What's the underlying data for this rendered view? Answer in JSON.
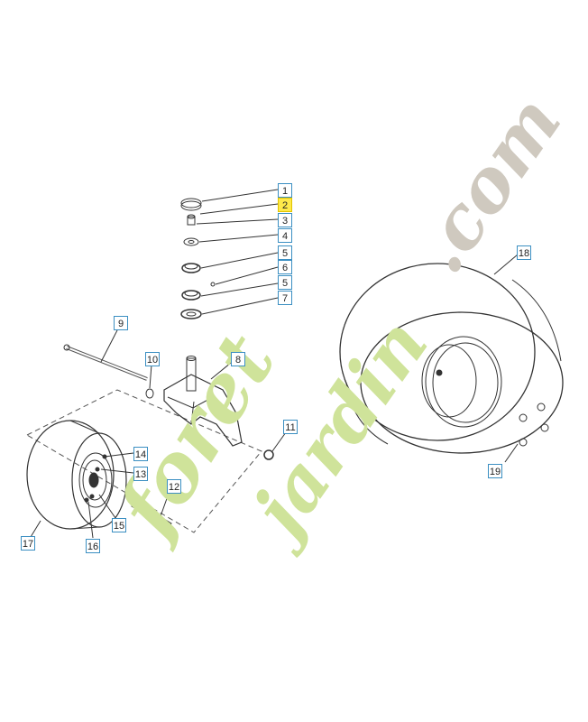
{
  "diagram": {
    "callouts": [
      {
        "id": "c1",
        "label": "1"
      },
      {
        "id": "c2",
        "label": "2",
        "highlight": true
      },
      {
        "id": "c3",
        "label": "3"
      },
      {
        "id": "c4",
        "label": "4"
      },
      {
        "id": "c5a",
        "label": "5"
      },
      {
        "id": "c6",
        "label": "6"
      },
      {
        "id": "c5b",
        "label": "5"
      },
      {
        "id": "c7",
        "label": "7"
      },
      {
        "id": "c8",
        "label": "8"
      },
      {
        "id": "c9",
        "label": "9"
      },
      {
        "id": "c10",
        "label": "10"
      },
      {
        "id": "c11",
        "label": "11"
      },
      {
        "id": "c12",
        "label": "12"
      },
      {
        "id": "c13",
        "label": "13"
      },
      {
        "id": "c14",
        "label": "14"
      },
      {
        "id": "c15",
        "label": "15"
      },
      {
        "id": "c16",
        "label": "16"
      },
      {
        "id": "c17",
        "label": "17"
      },
      {
        "id": "c18",
        "label": "18"
      },
      {
        "id": "c19",
        "label": "19"
      }
    ],
    "colors": {
      "callout_border": "#3b8fc2",
      "highlight": "#ffe94a",
      "line": "#333333"
    }
  },
  "watermark": {
    "left_part": "foret",
    "right_part": "jardin",
    "suffix": ".com",
    "colors": {
      "green": "#cfe39a",
      "orange": "#f3c78a",
      "gray": "#cfc9bf"
    }
  }
}
